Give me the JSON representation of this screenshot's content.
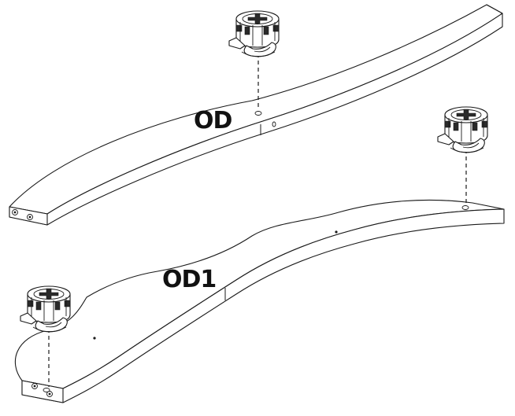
{
  "labels": {
    "part_top": "OD",
    "part_bottom": "OD1"
  },
  "fittings": {
    "count": 3,
    "type_icon": "cam-lock-icon"
  },
  "colors": {
    "line": "#1a1a1a",
    "background": "#ffffff"
  }
}
